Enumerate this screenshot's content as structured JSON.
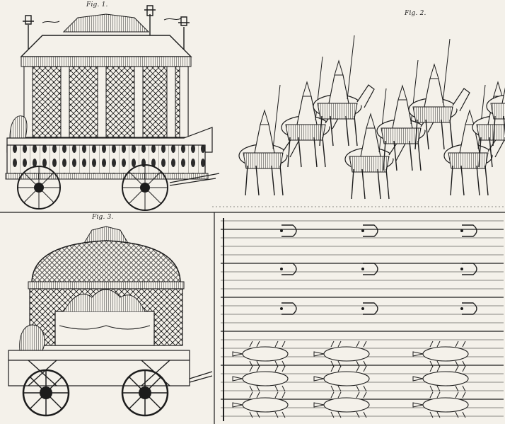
{
  "captions": {
    "fig1": "Fig. 1.",
    "fig2": "Fig. 2.",
    "fig3": "Fig. 3."
  },
  "colors": {
    "paper": "#f4f1ea",
    "ink": "#1c1c1c"
  }
}
